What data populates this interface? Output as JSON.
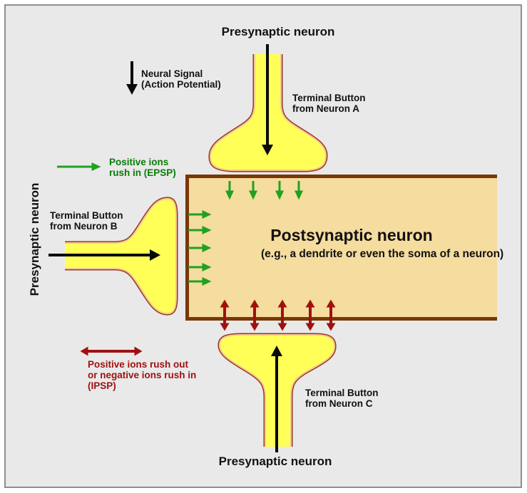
{
  "labels": {
    "top_presynaptic": "Presynaptic neuron",
    "left_presynaptic": "Presynaptic neuron",
    "bottom_presynaptic": "Presynaptic neuron",
    "neural_signal": {
      "line1": "Neural Signal",
      "line2": "(Action Potential)"
    },
    "epsp": {
      "line1": "Positive ions",
      "line2": "rush in (EPSP)"
    },
    "ipsp": {
      "line1": "Positive ions rush out",
      "line2": "or negative ions rush in",
      "line3": "(IPSP)"
    },
    "terminal_a": {
      "line1": "Terminal Button",
      "line2": "from Neuron A"
    },
    "terminal_b": {
      "line1": "Terminal Button",
      "line2": "from Neuron B"
    },
    "terminal_c": {
      "line1": "Terminal Button",
      "line2": "from Neuron C"
    },
    "postsynaptic": {
      "title": "Postsynaptic neuron",
      "subtitle_line1": "(e.g., a dendrite or even the",
      "subtitle_line2": "soma of a neuron)"
    }
  },
  "colors": {
    "background": "#E9E9E9",
    "frame_border": "#8F8F8F",
    "postsynaptic_fill": "#F5DC9F",
    "postsynaptic_border": "#7A3606",
    "terminal_button_fill": "#FFFF58",
    "terminal_button_outline": "#9A3826",
    "terminal_button_inner_outline": "#F2C98E",
    "excitatory_green_arrow": "#21A121",
    "excitatory_green_text": "#077D07",
    "inhibitory_red": "#A01010",
    "signal_black": "#0A0A0A"
  }
}
